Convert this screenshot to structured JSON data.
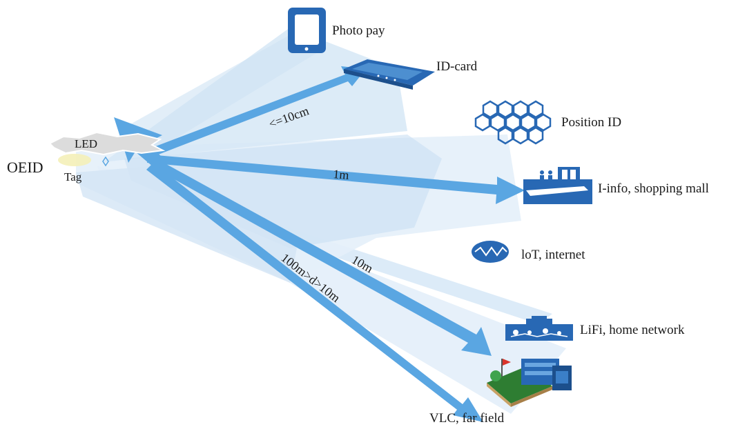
{
  "source": {
    "device_label": "OEID",
    "led_label": "LED",
    "tag_label": "Tag"
  },
  "distances": {
    "near": "<=10cm",
    "one_meter": "1m",
    "ten_meter": "10m",
    "far": "100m>d>10m"
  },
  "applications": {
    "photo_pay": "Photo pay",
    "id_card": "ID-card",
    "position_id": "Position ID",
    "info_mall": "I-info, shopping mall",
    "iot": "loT, internet",
    "lifi": "LiFi, home network",
    "vlc": "VLC, far field"
  },
  "colors": {
    "arrow": "#5aa6e2",
    "beam_light": "#dcebf8",
    "beam_mid": "#c4dcf1",
    "icon": "#2868b4"
  }
}
